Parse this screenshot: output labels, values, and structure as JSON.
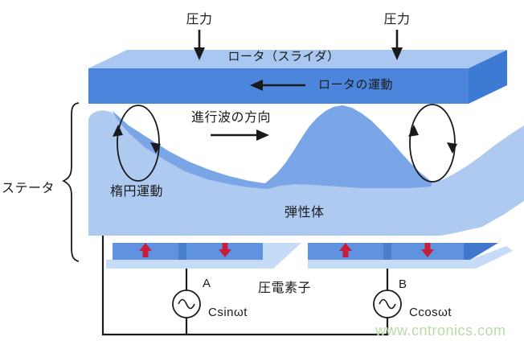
{
  "diagram": {
    "labels": {
      "pressure": "圧力",
      "rotor": "ロータ（スライダ）",
      "rotor_motion": "ロータの運動",
      "wave_direction": "進行波の方向",
      "elliptical_motion": "楕円運動",
      "stator": "ステータ",
      "elastic_body": "弾性体",
      "piezo_element": "圧電素子",
      "source_a": "A",
      "source_a_formula": "Csinωt",
      "source_b": "B",
      "source_b_formula": "Ccosωt"
    },
    "watermark": "www.cntronics.com",
    "colors": {
      "background": "#ffffff",
      "line": "#1a1a1a",
      "rotor_top": "#a9c7f0",
      "rotor_front": "#4c86dc",
      "rotor_side": "#3d7ad4",
      "stator_light": "#aecaf1",
      "stator_medium": "#7aa6e8",
      "piezo": "#5f93e0",
      "piezo_divider": "#4a7fd0",
      "piezo_side": "#4377cc",
      "plate": "#c6dbf5",
      "arrow_red": "#c81e3c",
      "watermark_green": "#b9dba6"
    }
  }
}
